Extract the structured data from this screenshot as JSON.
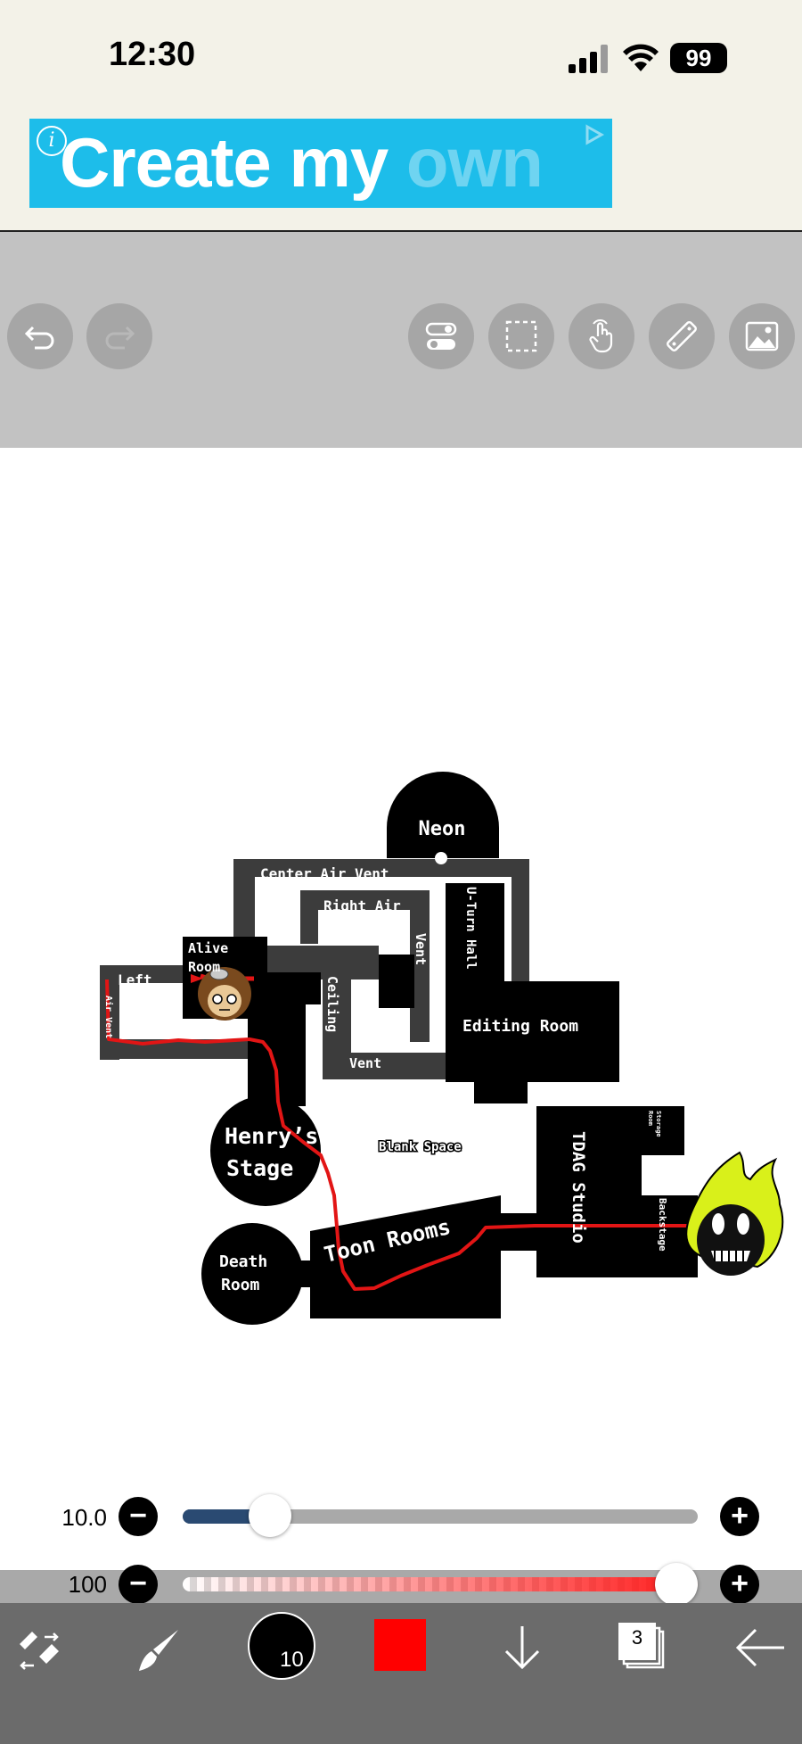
{
  "status_bar": {
    "time": "12:30",
    "battery": "99",
    "signal_icon": "cellular-signal-icon",
    "wifi_icon": "wifi-icon"
  },
  "ad": {
    "text_main": "Create my ",
    "text_faded": "own",
    "info_glyph": "i"
  },
  "toolbar": {
    "buttons": [
      "undo-icon",
      "redo-icon",
      "toggle-icon",
      "selection-icon",
      "hand-icon",
      "ruler-icon",
      "image-icon"
    ]
  },
  "map": {
    "labels": {
      "neon": "Neon",
      "center_air_vent": "Center Air Vent",
      "right_air": "Right Air",
      "vent_right": "Vent",
      "u_turn_hall": "U-Turn Hall",
      "alive_room_1": "Alive",
      "alive_room_2": "Room",
      "left": "Left",
      "air_vent": "Air Vent",
      "ceiling": "Ceiling",
      "vent_bottom": "Vent",
      "editing_room": "Editing Room",
      "henrys_1": "Henry’s",
      "henrys_2": "Stage",
      "blank_space": "Blank Space",
      "tdag_studio": "TDAG Studio",
      "storage_room_1": "Storage",
      "storage_room_2": "Room",
      "backstage": "Backstage",
      "toon_rooms": "Toon Rooms",
      "death_room_1": "Death",
      "death_room_2": "Room"
    }
  },
  "sliders": {
    "size_value": "10.0",
    "opacity_value": "100",
    "size_fraction": 0.17,
    "opacity_fraction": 1.0,
    "size_fill_color": "#2a4a72",
    "opacity_fill_color": "#ff1a1a"
  },
  "bottom_bar": {
    "brush_size": "10",
    "color": "#ff0000",
    "layers_count": "3"
  }
}
